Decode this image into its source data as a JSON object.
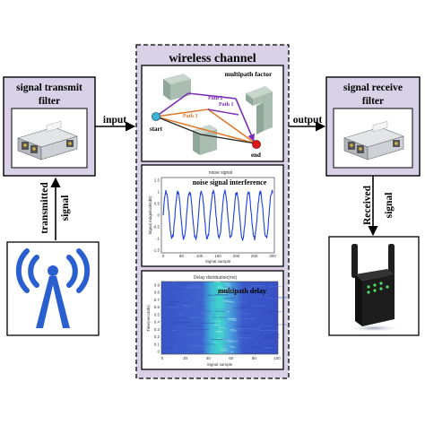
{
  "wireless_channel": {
    "title": "wireless channel",
    "panels": {
      "multipath": {
        "label": "multipath factor",
        "path_labels": [
          "Path 1",
          "Path 2",
          "Path 3"
        ],
        "start_label": "start",
        "end_label": "end"
      },
      "noise": {
        "label": "noise signal interference",
        "plot_title": "noise signal",
        "ylabel": "Signal magnitude(dB)",
        "xlabel": "Signal sample",
        "y_ticks": [
          "1.5",
          "1",
          "0.5",
          "0",
          "-0.5",
          "-1",
          "-1.5"
        ],
        "x_ticks": [
          "0",
          "50",
          "100",
          "150",
          "200",
          "250",
          "300"
        ]
      },
      "delay": {
        "label": "multipath delay",
        "plot_title": "Delay distribution(ms)",
        "ylabel": "Time(seconds)",
        "xlabel": "Signal sample",
        "y_ticks": [
          "0.9",
          "0.8",
          "0.7",
          "0.6",
          "0.5",
          "0.4",
          "0.3",
          "0.2",
          "0.1",
          "0"
        ],
        "x_ticks": [
          "0",
          "20",
          "40",
          "60",
          "80",
          "100"
        ]
      }
    }
  },
  "transmit_filter": {
    "title_line1": "signal transmit",
    "title_line2": "filter"
  },
  "receive_filter": {
    "title_line1": "signal receive",
    "title_line2": "filter"
  },
  "arrows": {
    "input": "input",
    "output": "output",
    "transmitted_line1": "transmitted",
    "transmitted_line2": "signal",
    "received_line1": "Received",
    "received_line2": "signal"
  },
  "icons": {
    "transmitter": "wifi-antenna-icon",
    "receiver": "wifi-router-icon",
    "filter": "emi-filter-icon"
  },
  "colors": {
    "channel_bg": "#d8d1e8",
    "filter_bg": "#d8d1e8",
    "wifi_blue": "#2a5fd0",
    "signal_blue": "#1e3fdc",
    "heatmap_blue": "#3a55c8",
    "heatmap_cyan": "#3fd6c8"
  }
}
